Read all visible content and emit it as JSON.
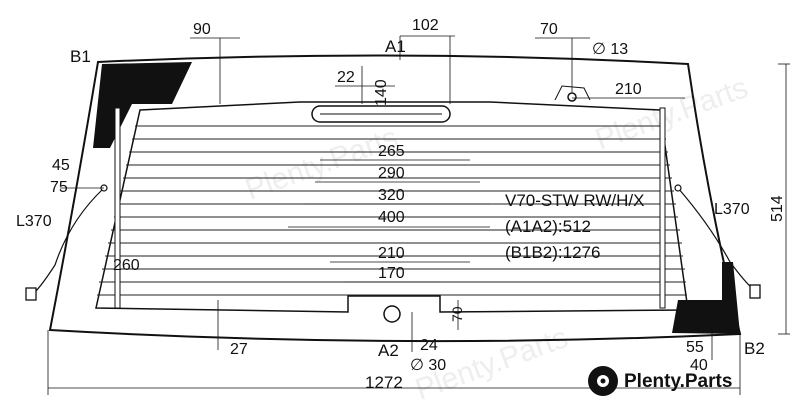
{
  "diagram": {
    "labels": {
      "b1": "B1",
      "a1": "A1",
      "a2": "A2",
      "b2": "B2"
    },
    "dims": {
      "d90": "90",
      "d102": "102",
      "d70_top": "70",
      "d_hole13": "∅ 13",
      "d22": "22",
      "d140": "140",
      "d210_top": "210",
      "d265": "265",
      "d290": "290",
      "d320": "320",
      "d400": "400",
      "d210_mid": "210",
      "d170": "170",
      "d45": "45",
      "d75": "75",
      "l370_left": "L370",
      "l370_right": "L370",
      "d260": "260",
      "d514": "514",
      "d27": "27",
      "d24": "24",
      "d_hole30": "∅ 30",
      "d70_bottom": "70",
      "d55": "55",
      "d40": "40",
      "d1272": "1272"
    },
    "info": {
      "model": "V70-STW RW/H/X",
      "a1a2": "(A1A2):512",
      "b1b2": "(B1B2):1276"
    }
  },
  "watermark": {
    "brand": "Plenty.Parts"
  }
}
